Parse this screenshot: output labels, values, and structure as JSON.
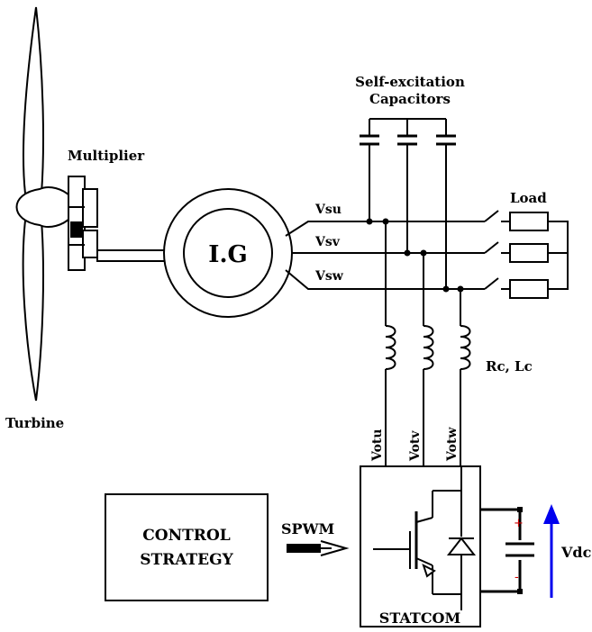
{
  "labels": {
    "multiplier": "Multiplier",
    "turbine": "Turbine",
    "generator": "I.G",
    "capacitors_line1": "Self-excitation",
    "capacitors_line2": "Capacitors",
    "load": "Load",
    "vsu": "Vsu",
    "vsv": "Vsv",
    "vsw": "Vsw",
    "rc_lc": "Rc, Lc",
    "votu": "Votu",
    "votv": "Votv",
    "votw": "Votw",
    "control_line1": "CONTROL",
    "control_line2": "STRATEGY",
    "spwm": "SPWM",
    "statcom": "STATCOM",
    "vdc": "Vdc",
    "plus": "+",
    "minus": "-"
  },
  "colors": {
    "line": "#000000",
    "arrow": "#0000ee",
    "polarity": "#cc0000"
  }
}
